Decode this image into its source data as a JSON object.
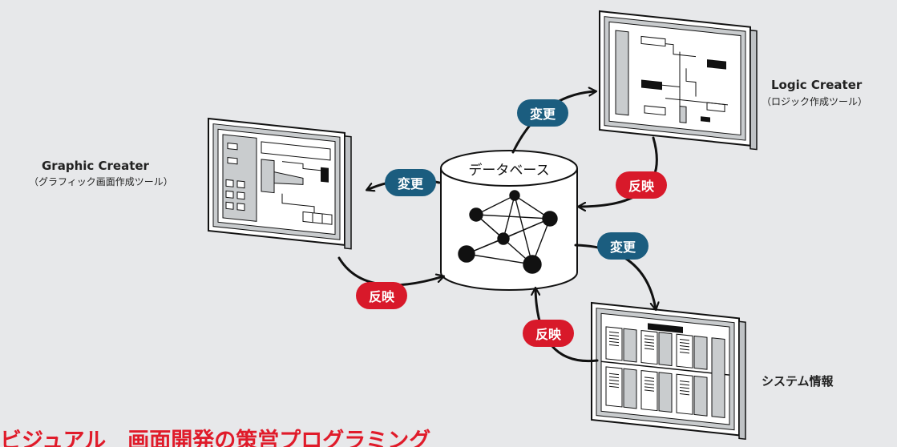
{
  "database": {
    "label": "データベース"
  },
  "nodes": {
    "graphic": {
      "title": "Graphic Creater",
      "subtitle": "（グラフィック画面作成ツール）"
    },
    "logic": {
      "title": "Logic Creater",
      "subtitle": "（ロジック作成ツール）"
    },
    "system": {
      "title": "システム情報"
    }
  },
  "badges": {
    "change_label": "変更",
    "reflect_label": "反映"
  },
  "bottom_title": "ビジュアル　画面開発の策営プログラミング",
  "colors": {
    "background": "#e7e8ea",
    "change_badge": "#1b5d7f",
    "reflect_badge": "#d8192a",
    "bottom_title": "#e01b2a"
  }
}
